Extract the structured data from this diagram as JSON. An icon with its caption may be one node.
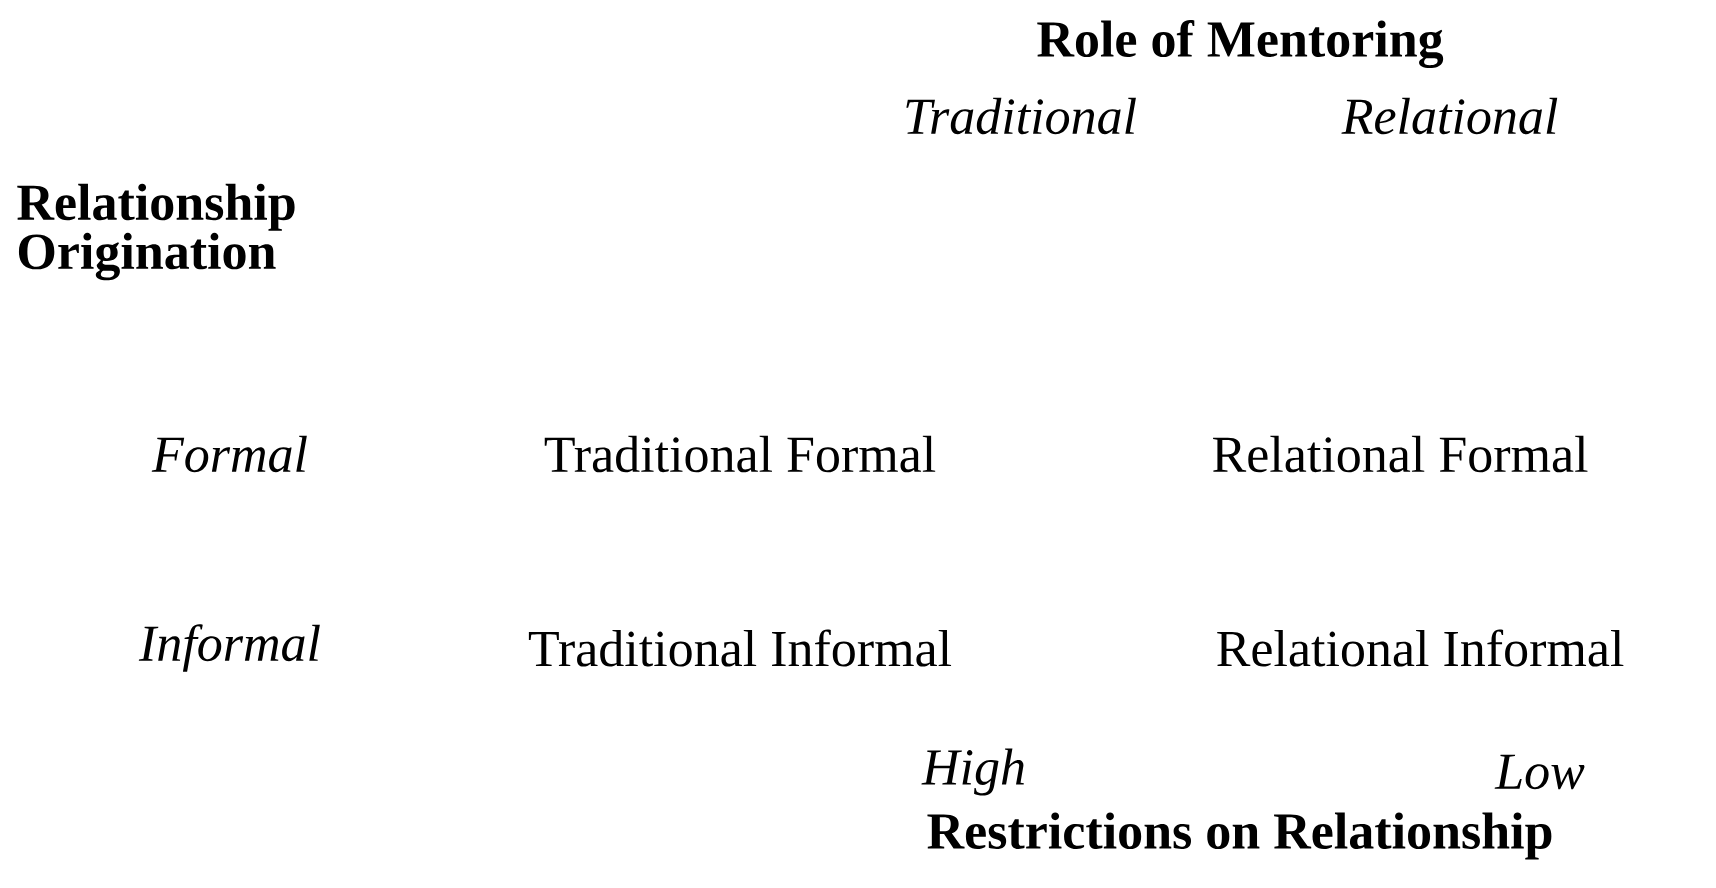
{
  "diagram": {
    "labels": [
      "Role of Mentoring",
      "Traditional",
      "Relational",
      "Relationship Origination",
      "Formal",
      "Traditional Formal",
      "Relational Formal",
      "Informal",
      "Traditional Informal",
      "Relational Informal",
      "High",
      "Low",
      "Restrictions on Relationship"
    ]
  }
}
